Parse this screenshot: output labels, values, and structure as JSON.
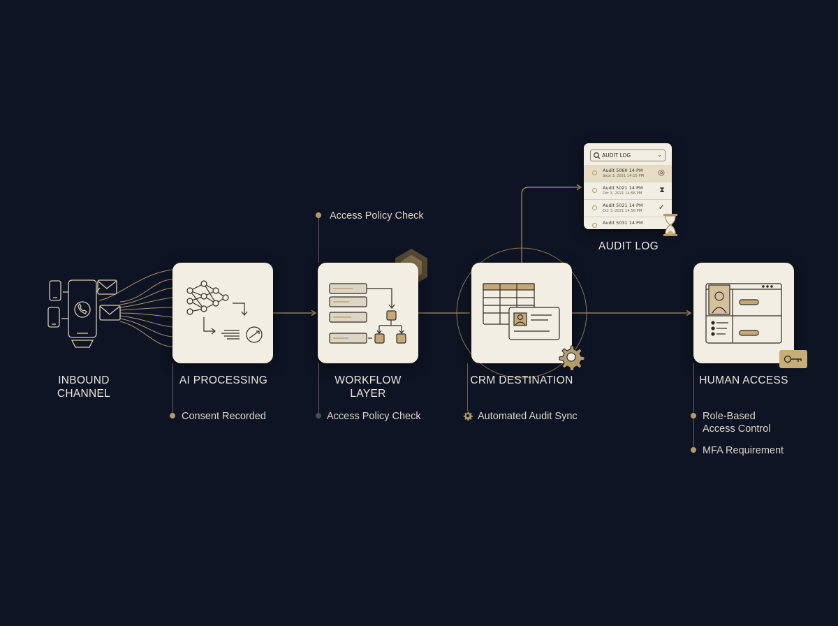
{
  "stages": [
    {
      "id": "inbound",
      "label_lines": [
        "INBOUND",
        "CHANNEL"
      ]
    },
    {
      "id": "ai",
      "label_lines": [
        "AI PROCESSING"
      ]
    },
    {
      "id": "workflow",
      "label_lines": [
        "WORKFLOW",
        "LAYER"
      ]
    },
    {
      "id": "crm",
      "label_lines": [
        "CRM DESTINATION"
      ]
    },
    {
      "id": "human",
      "label_lines": [
        "HUMAN ACCESS"
      ]
    }
  ],
  "notes": {
    "ai_consent": "Consent Recorded",
    "workflow_top": "Access Policy Check",
    "workflow_bottom": "Access Policy Check",
    "crm_sync": "Automated Audit Sync",
    "human_rbac_line1": "Role-Based",
    "human_rbac_line2": "Access Control",
    "human_mfa": "MFA Requirement"
  },
  "audit_log": {
    "title": "AUDIT LOG",
    "search_label": "AUDIT LOG",
    "entries": [
      {
        "line1": "Audit 5060 14 PM",
        "line2": "Sept 3, 2021 14:15 PM",
        "status_icon": "check-icon"
      },
      {
        "line1": "Audit 5021 14 PM",
        "line2": "Oct 3, 2021 14:56 PM",
        "status_icon": "hourglass-icon"
      },
      {
        "line1": "Audit 5021 14 PM",
        "line2": "Oct 3, 2021 14:56 PM",
        "status_icon": "check-icon"
      },
      {
        "line1": "Audit 5031 14 PM",
        "line2": "",
        "status_icon": ""
      }
    ]
  },
  "colors": {
    "background": "#0e1423",
    "card": "#f2eee3",
    "accent_gold": "#b39c6b",
    "line": "#a8906a",
    "text": "#ece8df"
  },
  "icons": [
    "phone-icon",
    "mail-icon",
    "neural-network-icon",
    "flowchart-icon",
    "hexagon-icon",
    "table-icon",
    "contact-card-icon",
    "gear-icon",
    "user-profile-icon",
    "key-icon",
    "hourglass-icon",
    "search-icon"
  ]
}
